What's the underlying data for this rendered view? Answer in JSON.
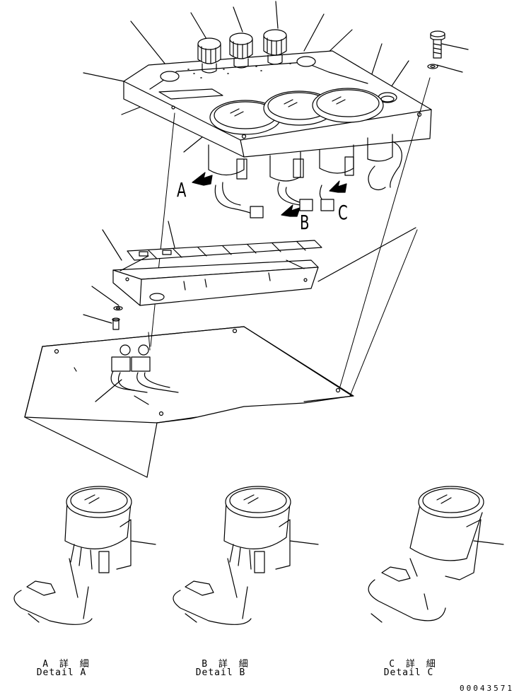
{
  "callouts": {
    "a": "A",
    "b": "B",
    "c": "C"
  },
  "details": [
    {
      "title": "A 詳 細",
      "subtitle": "Detail A"
    },
    {
      "title": "B 詳 細",
      "subtitle": "Detail B"
    },
    {
      "title": "C 詳 細",
      "subtitle": "Detail C"
    }
  ],
  "document_id": "00043571"
}
